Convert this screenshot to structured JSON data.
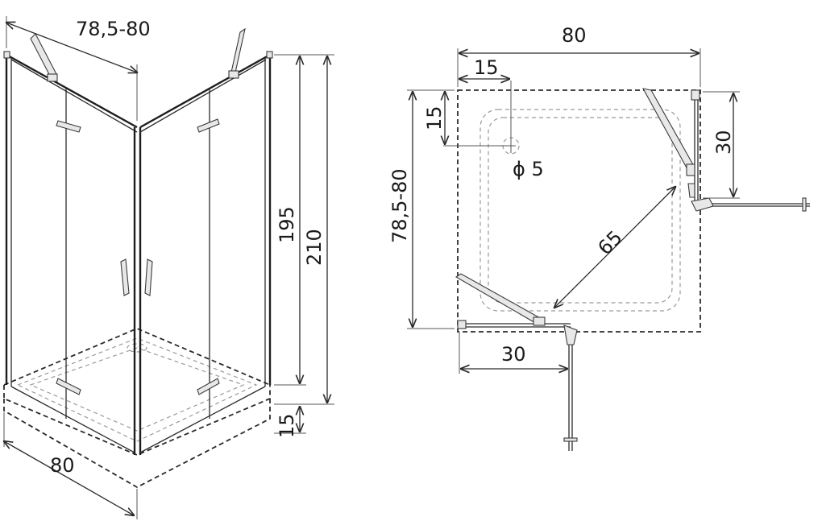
{
  "left_view": {
    "width_top": "78,5-80",
    "height_panel": "195",
    "height_total": "210",
    "tray_height": "15",
    "width_bottom": "80"
  },
  "plan_view": {
    "width_top": "80",
    "drain_offset_x": "15",
    "drain_offset_y": "15",
    "drain_diameter": "ϕ 5",
    "depth": "78,5-80",
    "hinge_right": "30",
    "diagonal": "65",
    "hinge_bottom": "30"
  }
}
